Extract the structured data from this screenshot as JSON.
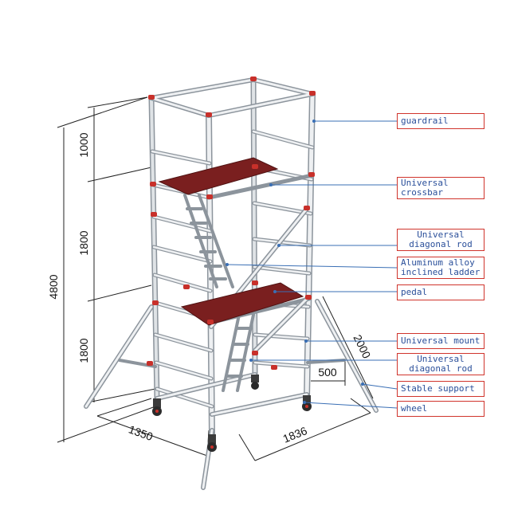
{
  "dimensions": {
    "total_height": "4800",
    "guardrail_height": "1000",
    "upper_section": "1800",
    "lower_section": "1800",
    "width": "1350",
    "length": "1836",
    "support_length": "2000",
    "mount_offset": "500"
  },
  "labels": [
    {
      "text": "guardrail"
    },
    {
      "text": "Universal\ncrossbar"
    },
    {
      "text": "Universal\ndiagonal rod"
    },
    {
      "text": "Aluminum alloy\ninclined ladder"
    },
    {
      "text": "pedal"
    },
    {
      "text": "Universal mount"
    },
    {
      "text": "Universal\ndiagonal rod"
    },
    {
      "text": "Stable support"
    },
    {
      "text": "wheel"
    }
  ],
  "colors": {
    "frame": "#c8cdd2",
    "frame_edge": "#8c949c",
    "platform": "#7a1f1f",
    "clamp": "#c8302a",
    "label_border": "#d0342c",
    "label_text": "#2a4f9a",
    "leader": "#3a6fb5"
  }
}
